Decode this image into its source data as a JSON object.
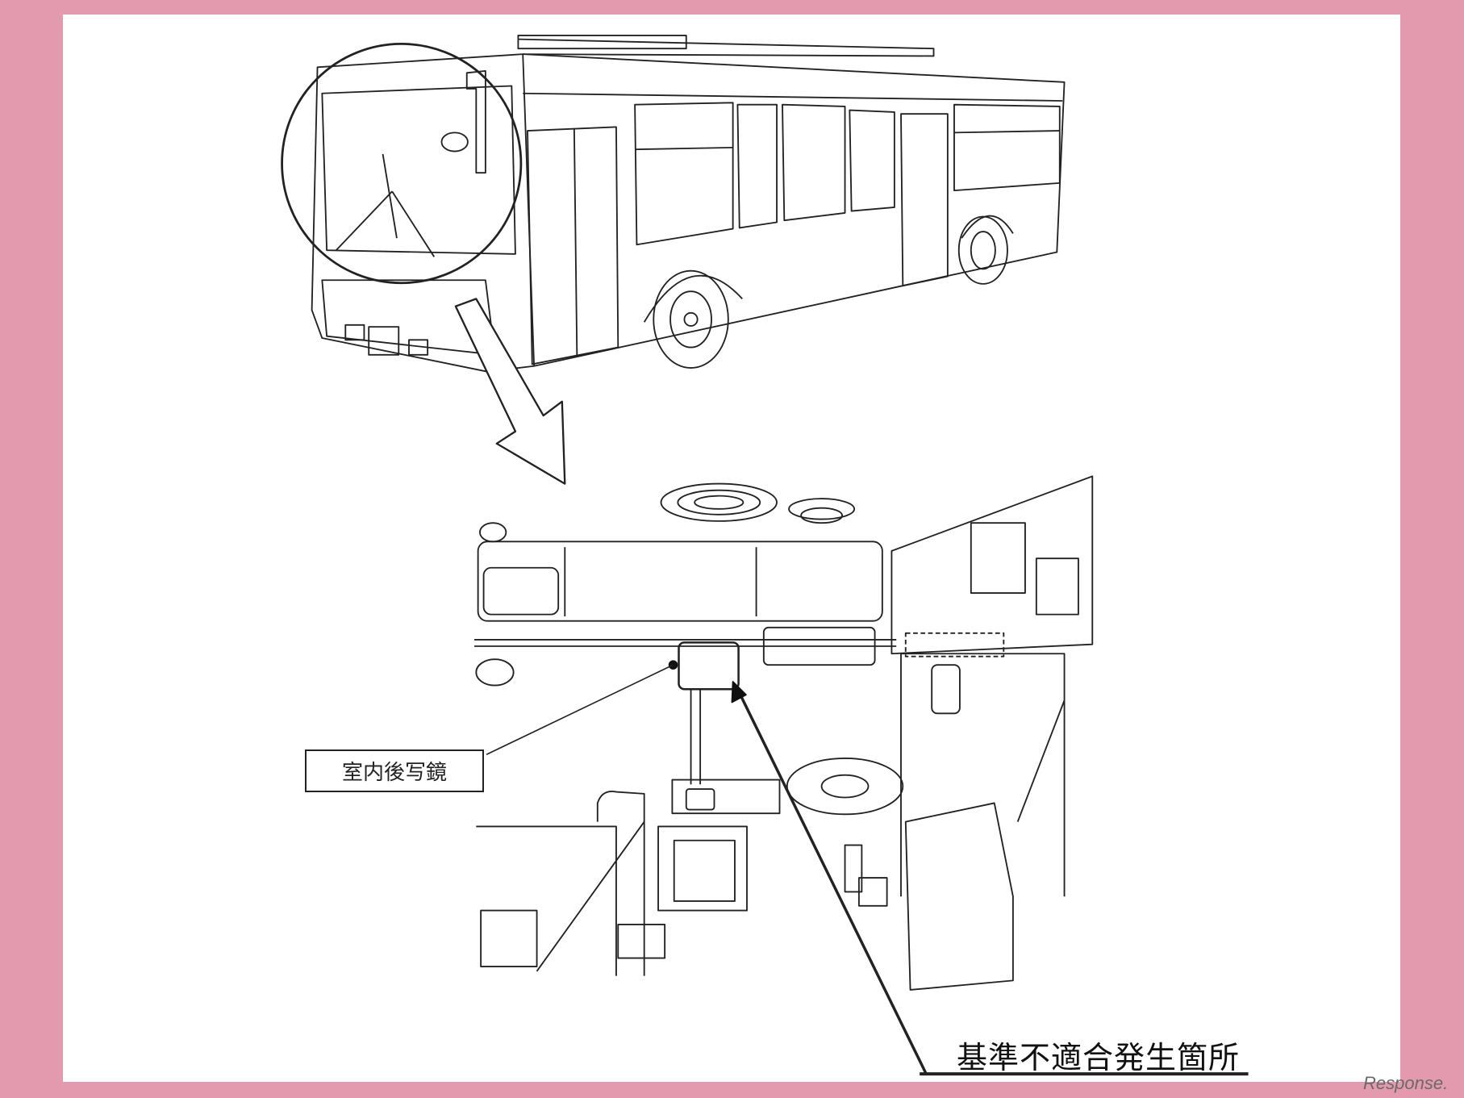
{
  "diagram": {
    "callout_label": "室内後写鏡",
    "defect_location_label": "基準不適合発生箇所",
    "watermark": "Response.",
    "colors": {
      "border": "#e49aae",
      "line": "#222222",
      "background": "#ffffff"
    }
  }
}
